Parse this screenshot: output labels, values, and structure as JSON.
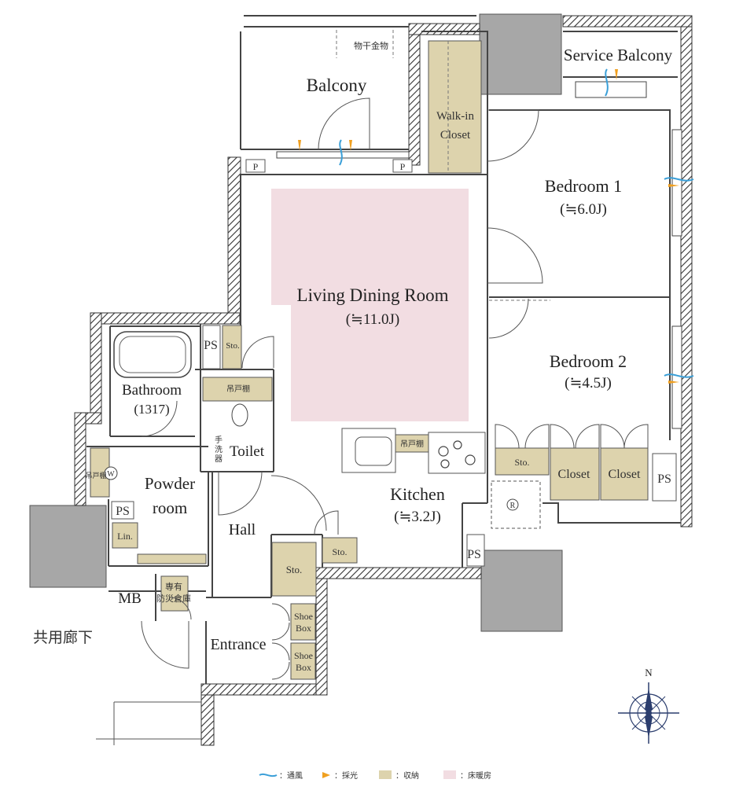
{
  "rooms": {
    "balcony": "Balcony",
    "service_balcony": "Service Balcony",
    "walkin_line1": "Walk-in",
    "walkin_line2": "Closet",
    "bedroom1": "Bedroom 1",
    "bedroom1_size": "(≒6.0J)",
    "bedroom2": "Bedroom 2",
    "bedroom2_size": "(≒4.5J)",
    "ldk": "Living Dining Room",
    "ldk_size": "(≒11.0J)",
    "kitchen": "Kitchen",
    "kitchen_size": "(≒3.2J)",
    "bathroom": "Bathroom",
    "bathroom_size": "(1317)",
    "toilet": "Toilet",
    "powder_line1": "Powder",
    "powder_line2": "room",
    "hall": "Hall",
    "entrance": "Entrance",
    "mb": "MB",
    "corridor": "共用廊下"
  },
  "small": {
    "p": "P",
    "ps": "PS",
    "sto": "Sto.",
    "closet": "Closet",
    "shoe1": "Shoe",
    "shoe2": "Box",
    "lin": "Lin.",
    "r": "R",
    "w": "W",
    "drying": "物干金物",
    "hanging_cabinet": "吊戸棚",
    "hand_wash_1": "手",
    "hand_wash_2": "洗",
    "hand_wash_3": "器",
    "disaster_1": "専有",
    "disaster_2": "防災倉庫",
    "compass_n": "N"
  },
  "legend": [
    {
      "label": "：通風",
      "color": "#3a9fd8"
    },
    {
      "label": "：採光",
      "color": "#f0a020"
    },
    {
      "label": "：収納",
      "color": "#ddd3ad"
    },
    {
      "label": "：床暖房",
      "color": "#f2dde2"
    }
  ],
  "colors": {
    "storage": "#ddd3ad",
    "floor_heating": "#f2dde2",
    "shaft": "#a7a7a7",
    "wall": "#444444"
  }
}
